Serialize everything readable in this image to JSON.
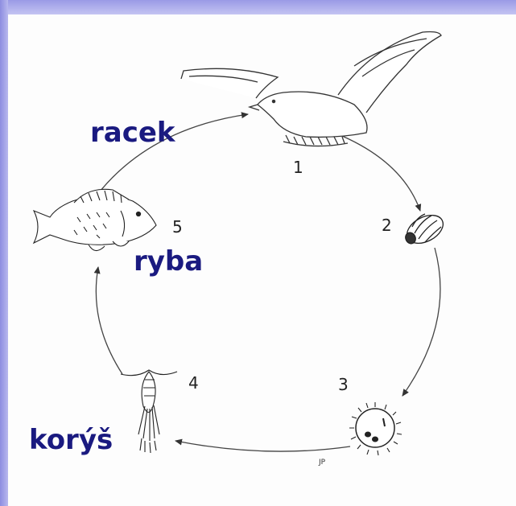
{
  "labels": {
    "gull": "racek",
    "fish": "ryba",
    "crustacean": "korýš"
  },
  "stages": [
    "1",
    "2",
    "3",
    "4",
    "5"
  ],
  "artist_initials": "JP",
  "colors": {
    "label_text": "#1a1a80",
    "frame_accent": "#9a9ae6",
    "line_art": "#333333"
  }
}
